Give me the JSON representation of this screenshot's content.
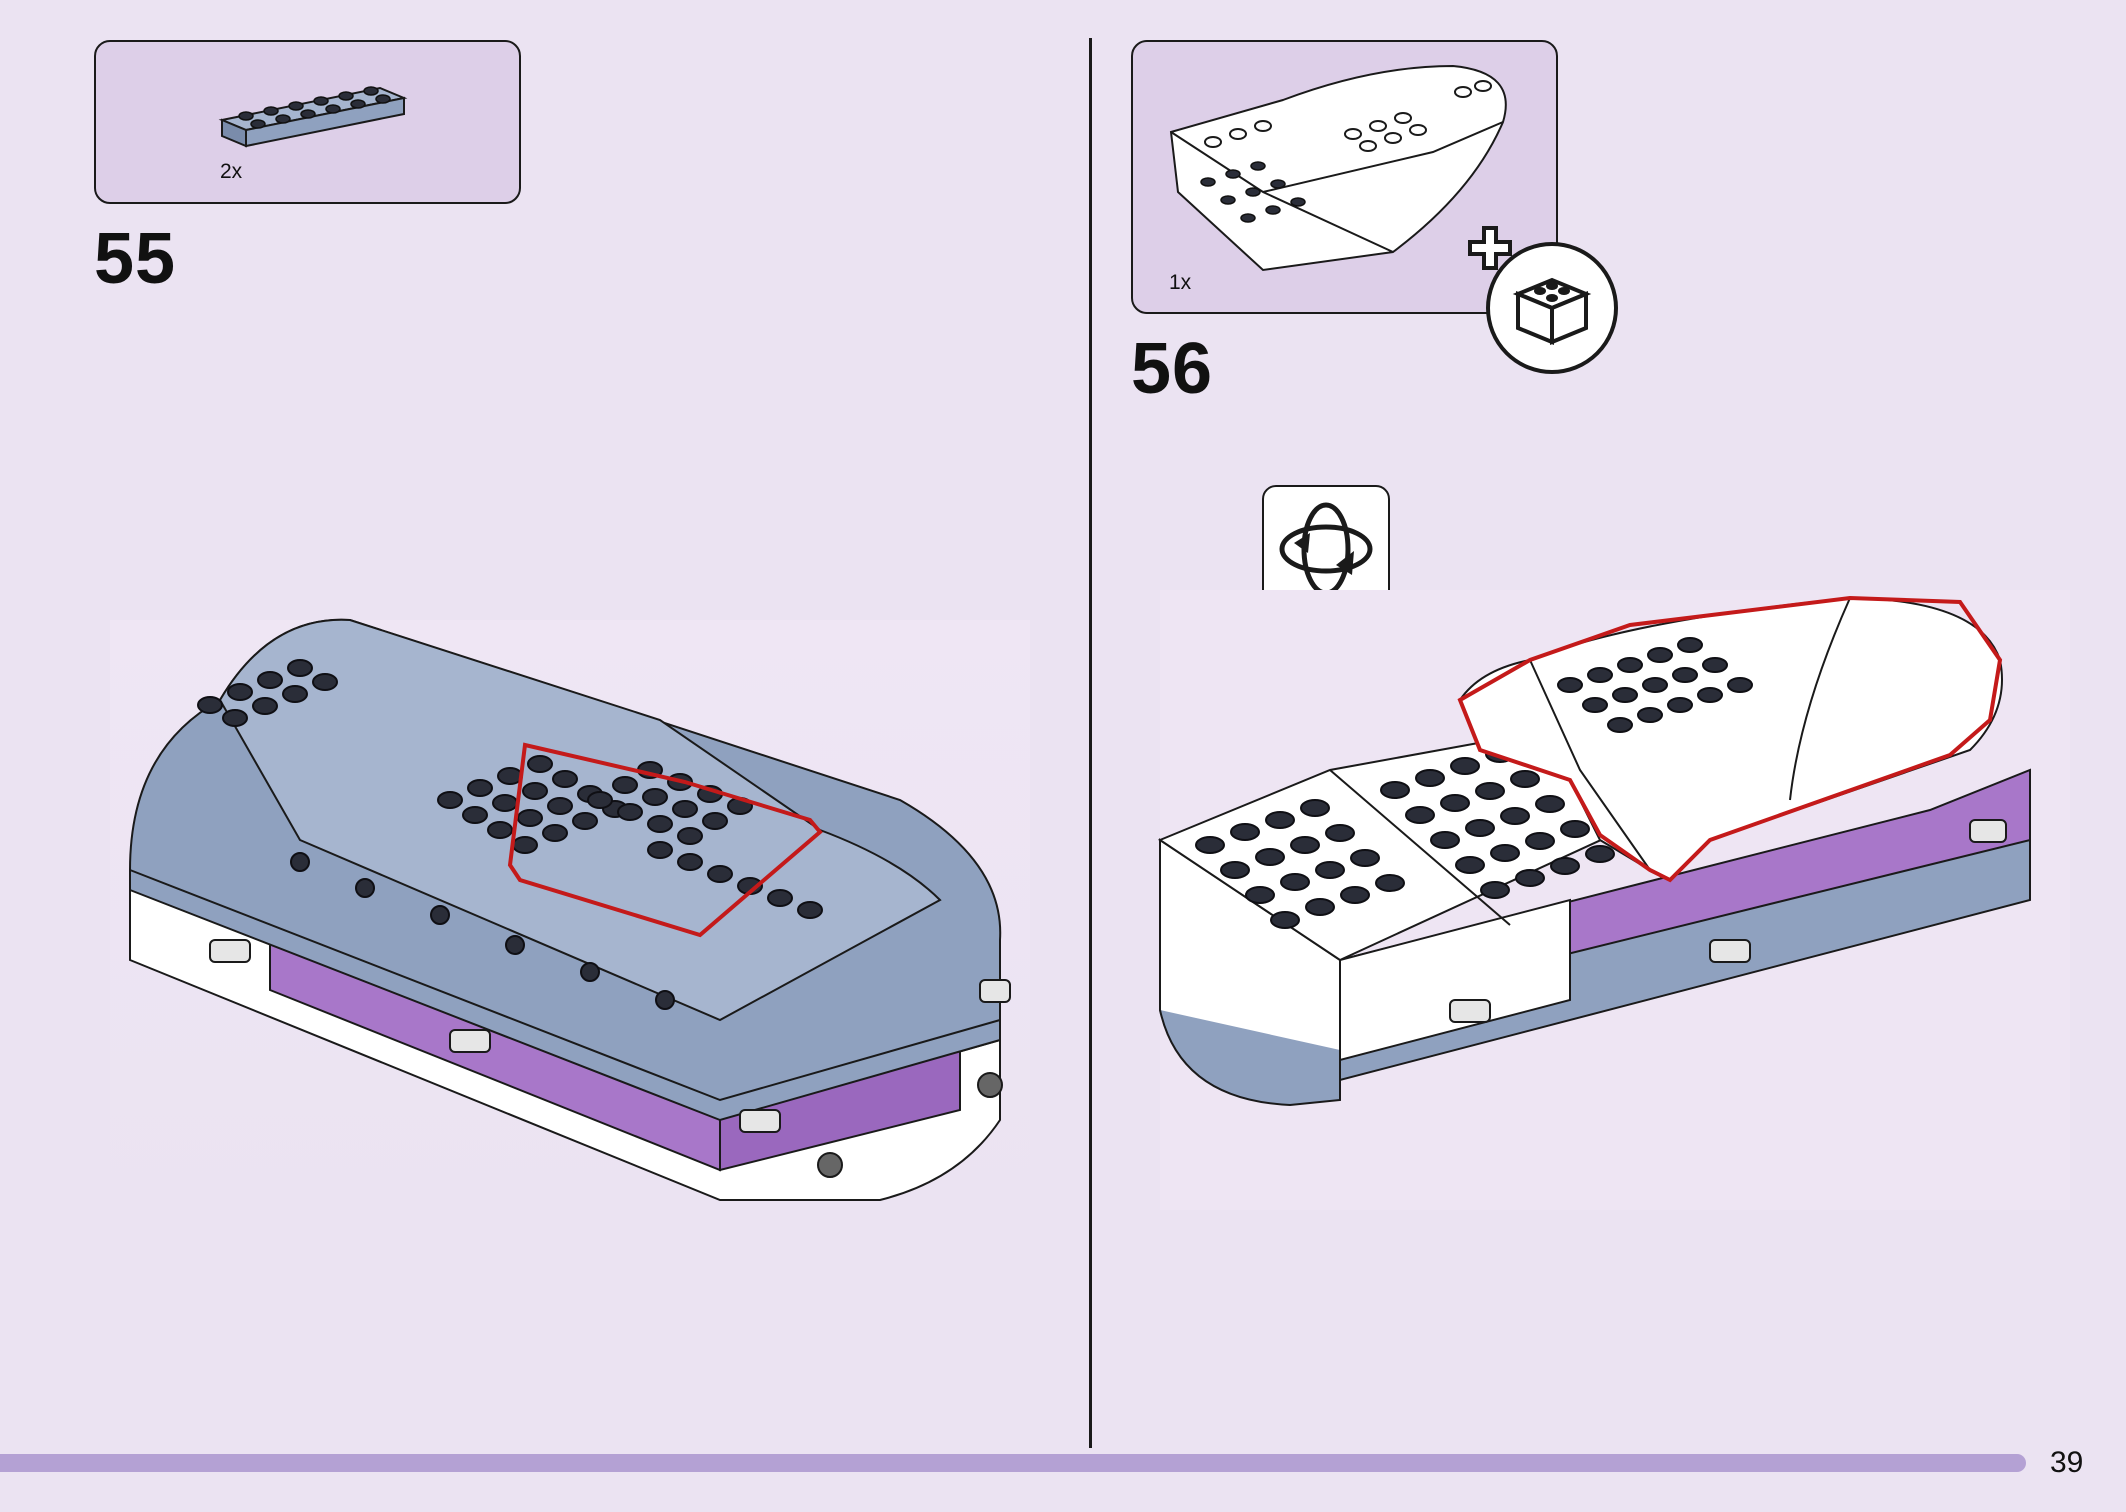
{
  "page": {
    "number": "39"
  },
  "step55": {
    "number": "55",
    "part": {
      "quantity": "2x",
      "name": "plate-2x6-sand-blue",
      "color": "#8fa1bf"
    },
    "highlight_color": "#c41a1a"
  },
  "step56": {
    "number": "56",
    "part": {
      "quantity": "1x",
      "name": "boat-bow-white",
      "color": "#ffffff"
    },
    "addon_icon": "add-subassembly-icon",
    "rotate_icon": "rotate-model-icon",
    "highlight_color": "#c41a1a"
  },
  "colors": {
    "background": "#ebe3f2",
    "callout": "#ddcfe8",
    "footer_bar": "#b4a1d4",
    "sand_blue": "#8fa1bf",
    "purple": "#a877c9",
    "white": "#ffffff"
  }
}
